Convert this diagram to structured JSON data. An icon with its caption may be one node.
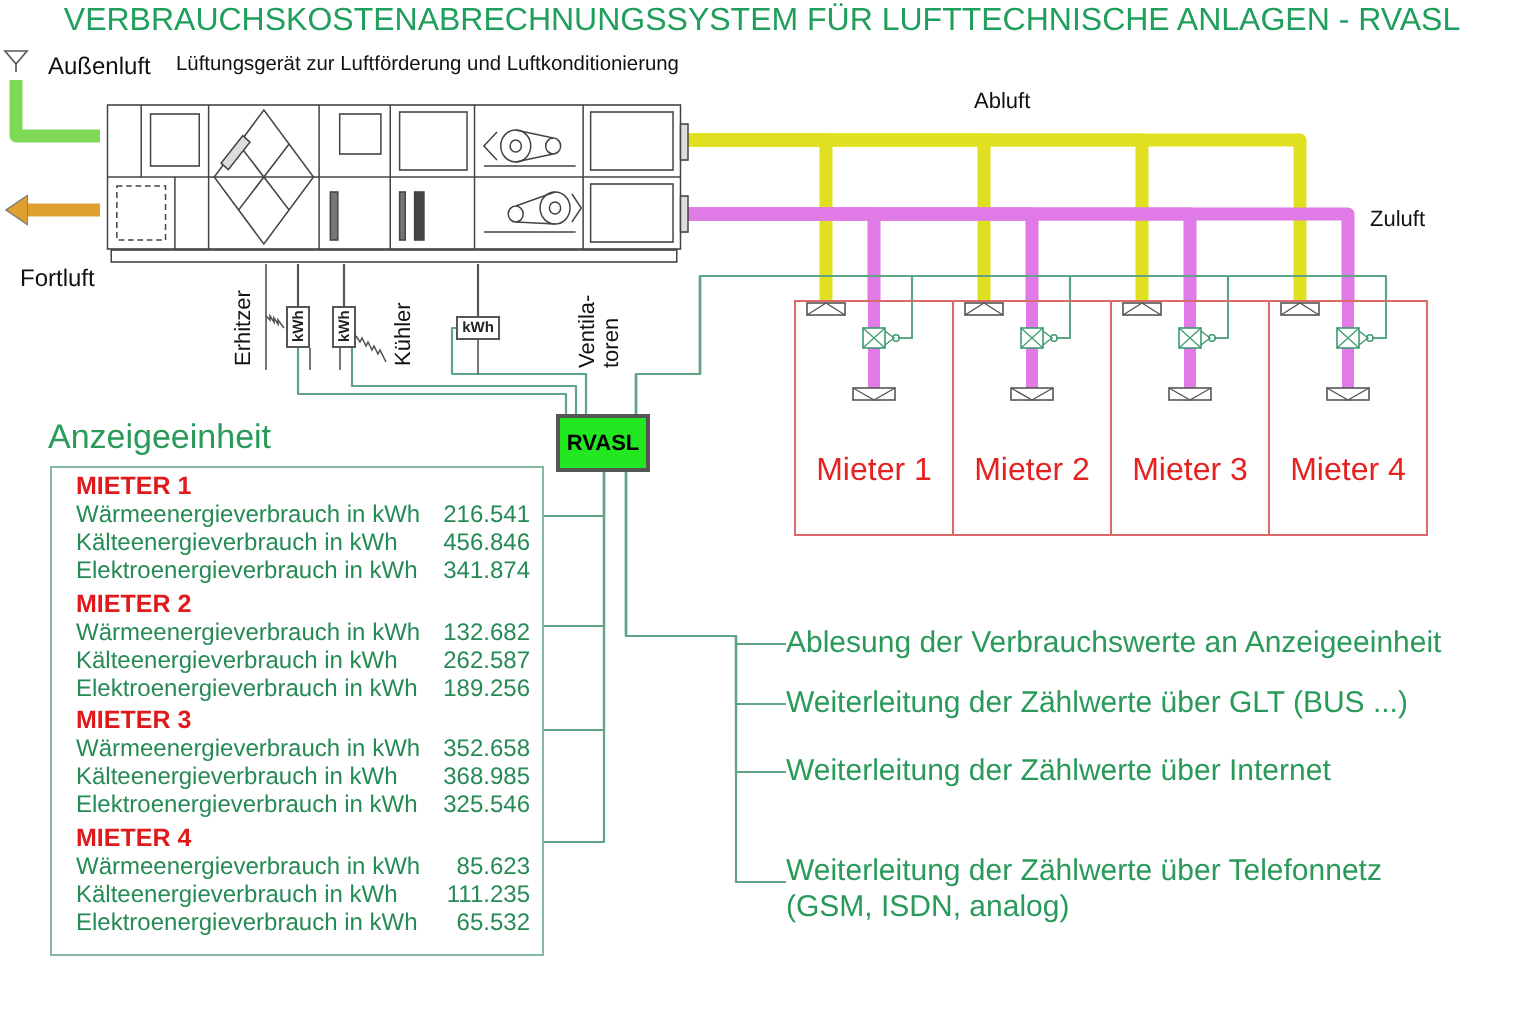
{
  "diagram": {
    "title": "VERBRAUCHSKOSTENABRECHNUNGSSYSTEM FÜR LUFTTECHNISCHE ANLAGEN - RVASL",
    "nodes": [
      {
        "text": [
          "Außenluft"
        ]
      },
      {
        "text": [
          "Lüftungsgerät zur Luftförderung und Luftkonditionierung"
        ]
      },
      {
        "text": [
          "kWh"
        ]
      },
      {
        "text": [
          "kWh"
        ]
      },
      {
        "text": [
          "kWh"
        ]
      },
      {
        "text": [
          "RVASL"
        ]
      },
      {
        "text": [
          "Mieter 1"
        ]
      },
      {
        "text": [
          "Mieter 2"
        ]
      },
      {
        "text": [
          "Mieter 3"
        ]
      },
      {
        "text": [
          "Mieter 4"
        ]
      },
      {
        "text": [
          "Anzeigeeinheit"
        ]
      },
      {
        "text": [
          "MIETER 1",
          "Wärmeenergieverbrauch in kWh",
          "216.541",
          "Kälteenergieverbrauch in kWh",
          "456.846",
          "Elektroenergieverbrauch in kWh",
          "341.874"
        ],
        "in": 10
      },
      {
        "text": [
          "MIETER 2",
          "Wärmeenergieverbrauch in kWh",
          "132.682",
          "Kälteenergieverbrauch in kWh",
          "262.587",
          "Elektroenergieverbrauch in kWh",
          "189.256"
        ],
        "in": 10
      },
      {
        "text": [
          "MIETER 3",
          "Wärmeenergieverbrauch in kWh",
          "352.658",
          "Kälteenergieverbrauch in kWh",
          "368.985",
          "Elektroenergieverbrauch in kWh",
          "325.546"
        ],
        "in": 10
      },
      {
        "text": [
          "MIETER 4",
          "Wärmeenergieverbrauch in kWh",
          "85.623",
          "Kälteenergieverbrauch in kWh",
          "111.235",
          "Elektroenergieverbrauch in kWh",
          "65.532"
        ],
        "in": 10
      },
      {
        "text": [
          "Ablesung der Verbrauchswerte an Anzeigeeinheit"
        ]
      },
      {
        "text": [
          "Weiterleitung der Zählwerte über GLT (BUS ...)"
        ]
      },
      {
        "text": [
          "Weiterleitung der Zählwerte über Internet"
        ]
      },
      {
        "text": [
          "Weiterleitung der Zählwerte über Telefonnetz (GSM, ISDN, analog)"
        ]
      }
    ],
    "edges": [
      {
        "from": 0,
        "to": 1,
        "arrow": "none",
        "style": "thick",
        "color": "#7ed957"
      },
      {
        "from": 1,
        "to": null,
        "arrow": "to",
        "style": "thick",
        "color": "#e0a030"
      },
      {
        "from": 6,
        "to": 1,
        "arrow": "none",
        "style": "thick",
        "color": "#e0e020"
      },
      {
        "from": 7,
        "to": 1,
        "arrow": "none",
        "style": "thick",
        "color": "#e0e020"
      },
      {
        "from": 8,
        "to": 1,
        "arrow": "none",
        "style": "thick",
        "color": "#e0e020"
      },
      {
        "from": 9,
        "to": 1,
        "arrow": "none",
        "style": "thick",
        "color": "#e0e020"
      },
      {
        "from": 1,
        "to": 6,
        "arrow": "none",
        "style": "thick",
        "color": "#e07ae6"
      },
      {
        "from": 1,
        "to": 7,
        "arrow": "none",
        "style": "thick",
        "color": "#e07ae6"
      },
      {
        "from": 1,
        "to": 8,
        "arrow": "none",
        "style": "thick",
        "color": "#e07ae6"
      },
      {
        "from": 1,
        "to": 9,
        "arrow": "none",
        "style": "thick",
        "color": "#e07ae6"
      },
      {
        "from": 1,
        "to": 2,
        "arrow": "none",
        "color": "#555555"
      },
      {
        "from": 1,
        "to": 3,
        "arrow": "none",
        "color": "#555555"
      },
      {
        "from": 1,
        "to": 4,
        "arrow": "none",
        "color": "#555555"
      },
      {
        "from": 2,
        "to": 5,
        "arrow": "none"
      },
      {
        "from": 3,
        "to": 5,
        "arrow": "none"
      },
      {
        "from": 4,
        "to": 5,
        "arrow": "none"
      },
      {
        "from": 5,
        "to": 6,
        "arrow": "none"
      },
      {
        "from": 5,
        "to": 7,
        "arrow": "none"
      },
      {
        "from": 5,
        "to": 8,
        "arrow": "none"
      },
      {
        "from": 5,
        "to": 9,
        "arrow": "none"
      },
      {
        "from": 5,
        "to": 11,
        "arrow": "none"
      },
      {
        "from": 5,
        "to": 12,
        "arrow": "none"
      },
      {
        "from": 5,
        "to": 13,
        "arrow": "none"
      },
      {
        "from": 5,
        "to": 14,
        "arrow": "none"
      },
      {
        "from": 5,
        "to": 15,
        "arrow": "none"
      },
      {
        "from": 5,
        "to": 16,
        "arrow": "none"
      },
      {
        "from": 5,
        "to": 17,
        "arrow": "none"
      },
      {
        "from": 5,
        "to": 18,
        "arrow": "none"
      }
    ],
    "labels": [
      "Abluft",
      "Zuluft",
      "Fortluft",
      "Erhitzer",
      "Kühler",
      "Ventila- toren"
    ]
  }
}
